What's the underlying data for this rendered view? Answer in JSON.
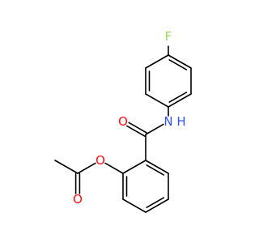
{
  "molecule": {
    "colors": {
      "bond": "#000000",
      "oxygen": "#ff0d0d",
      "nitrogen": "#3050f8",
      "fluorine": "#90e050",
      "background": "#ffffff"
    },
    "atoms": [
      {
        "id": "F",
        "element": "F",
        "label": "F"
      },
      {
        "id": "N",
        "element": "N",
        "label": "N"
      },
      {
        "id": "H",
        "element": "H",
        "label": "H"
      },
      {
        "id": "O_amide",
        "element": "O",
        "label": "O"
      },
      {
        "id": "O_ester",
        "element": "O",
        "label": "O"
      },
      {
        "id": "O_carbonyl",
        "element": "O",
        "label": "O"
      }
    ]
  }
}
